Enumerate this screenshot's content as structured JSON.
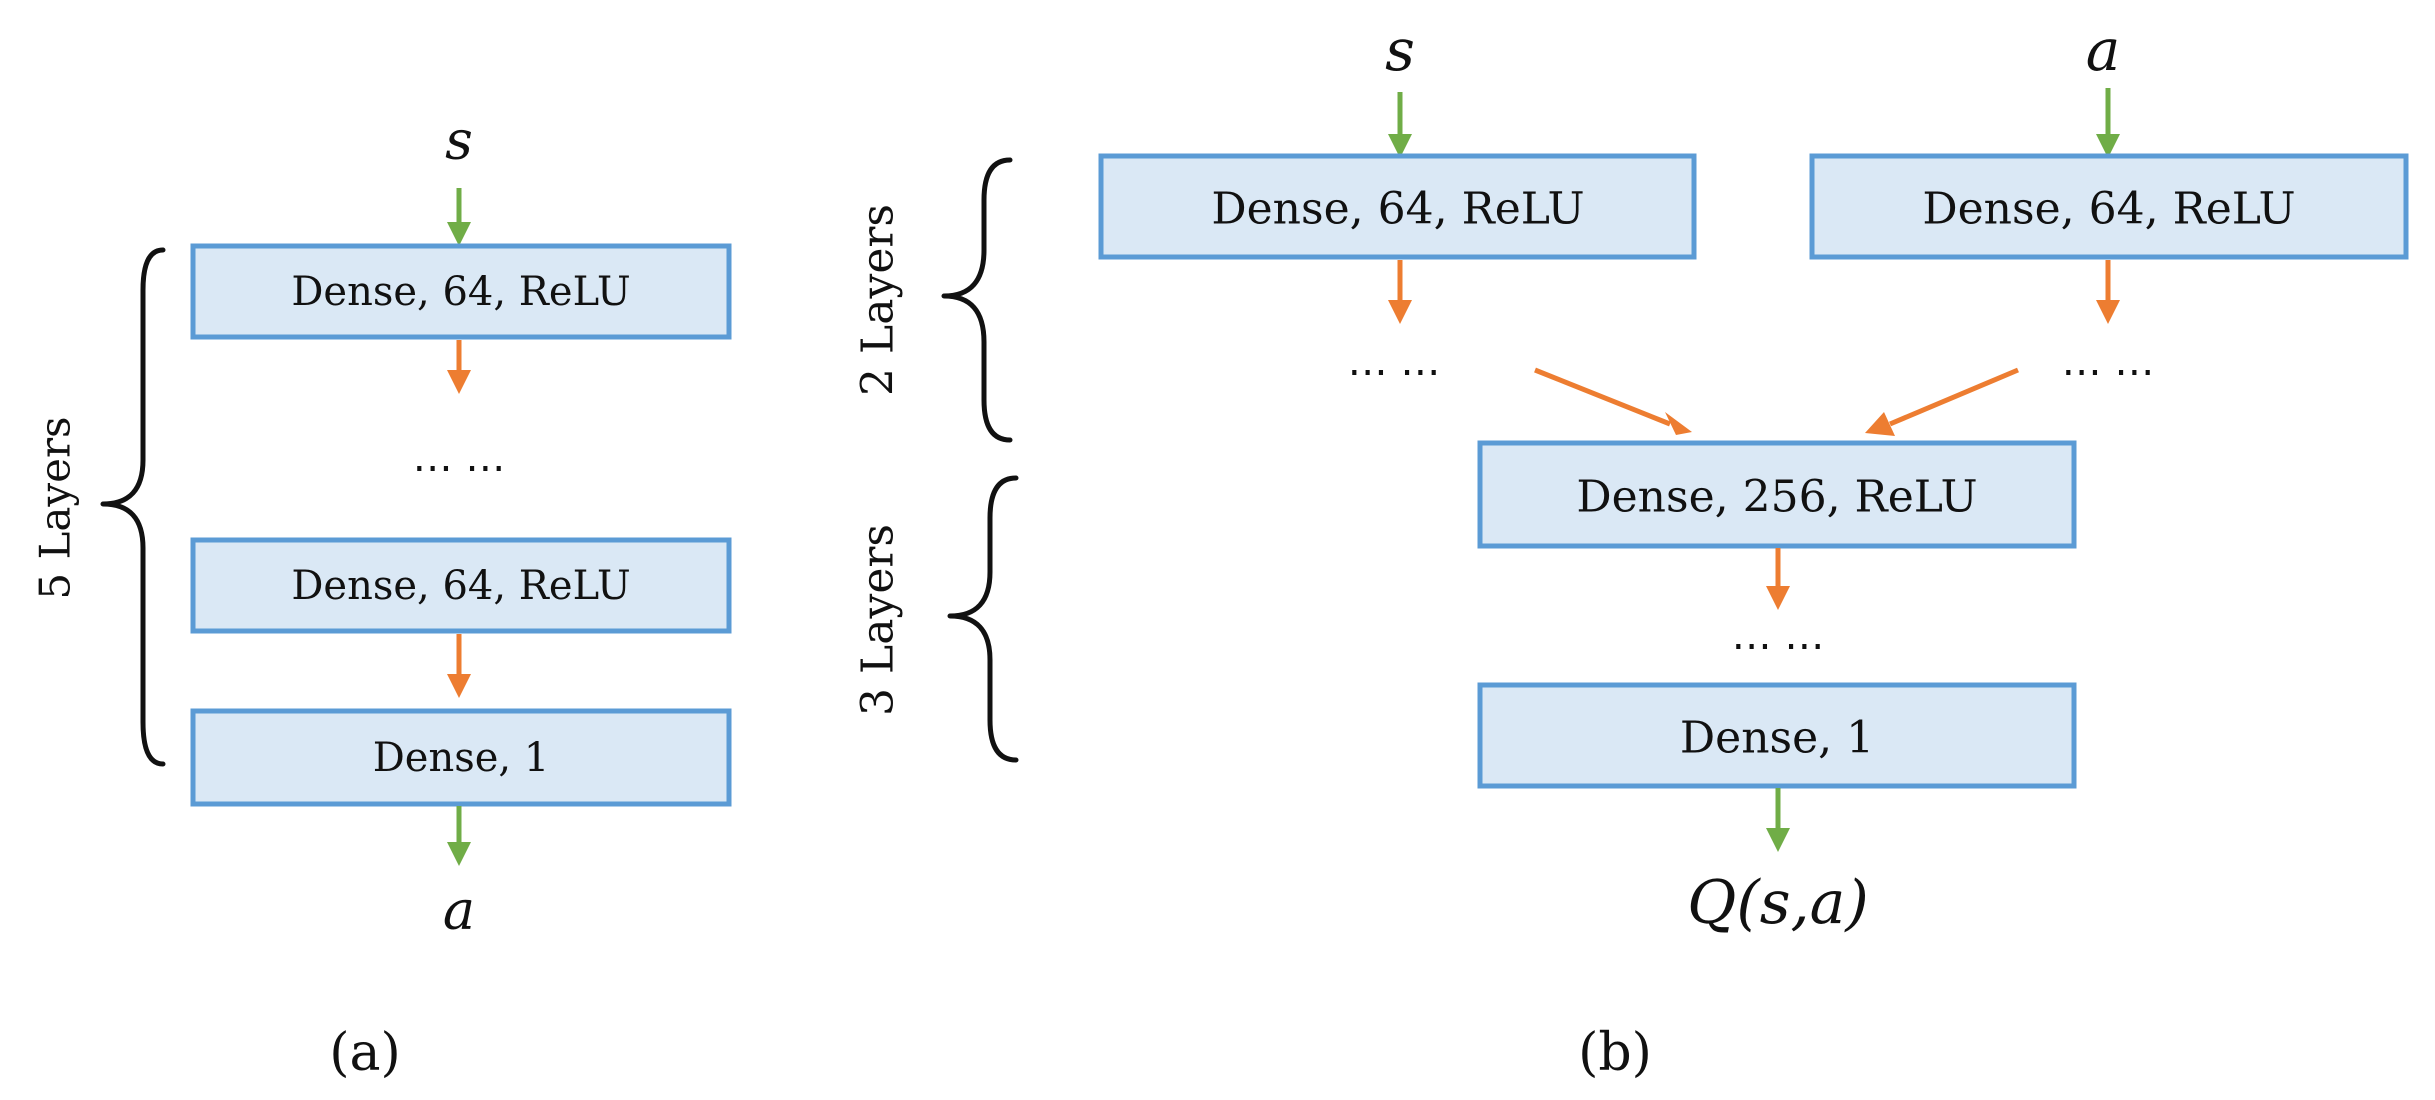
{
  "panel_a": {
    "input": "s",
    "box1": "Dense, 64, ReLU",
    "dots": "… …",
    "box2": "Dense, 64, ReLU",
    "box3": "Dense, 1",
    "output": "a",
    "brace_label": "5 Layers",
    "caption": "(a)"
  },
  "panel_b": {
    "input_s": "s",
    "input_a": "a",
    "box_s": "Dense, 64, ReLU",
    "box_a": "Dense, 64, ReLU",
    "dots_s": "… …",
    "dots_a": "… …",
    "box_merge": "Dense, 256, ReLU",
    "dots_merge": "… …",
    "box_out": "Dense, 1",
    "output": "Q(s,a)",
    "brace_top_label": "2 Layers",
    "brace_bottom_label": "3 Layers",
    "caption": "(b)"
  },
  "colors": {
    "box_fill": "#DAE8F5",
    "box_stroke": "#5B9BD5",
    "arrow_input": "#70AD47",
    "arrow_internal": "#ED7D31"
  }
}
